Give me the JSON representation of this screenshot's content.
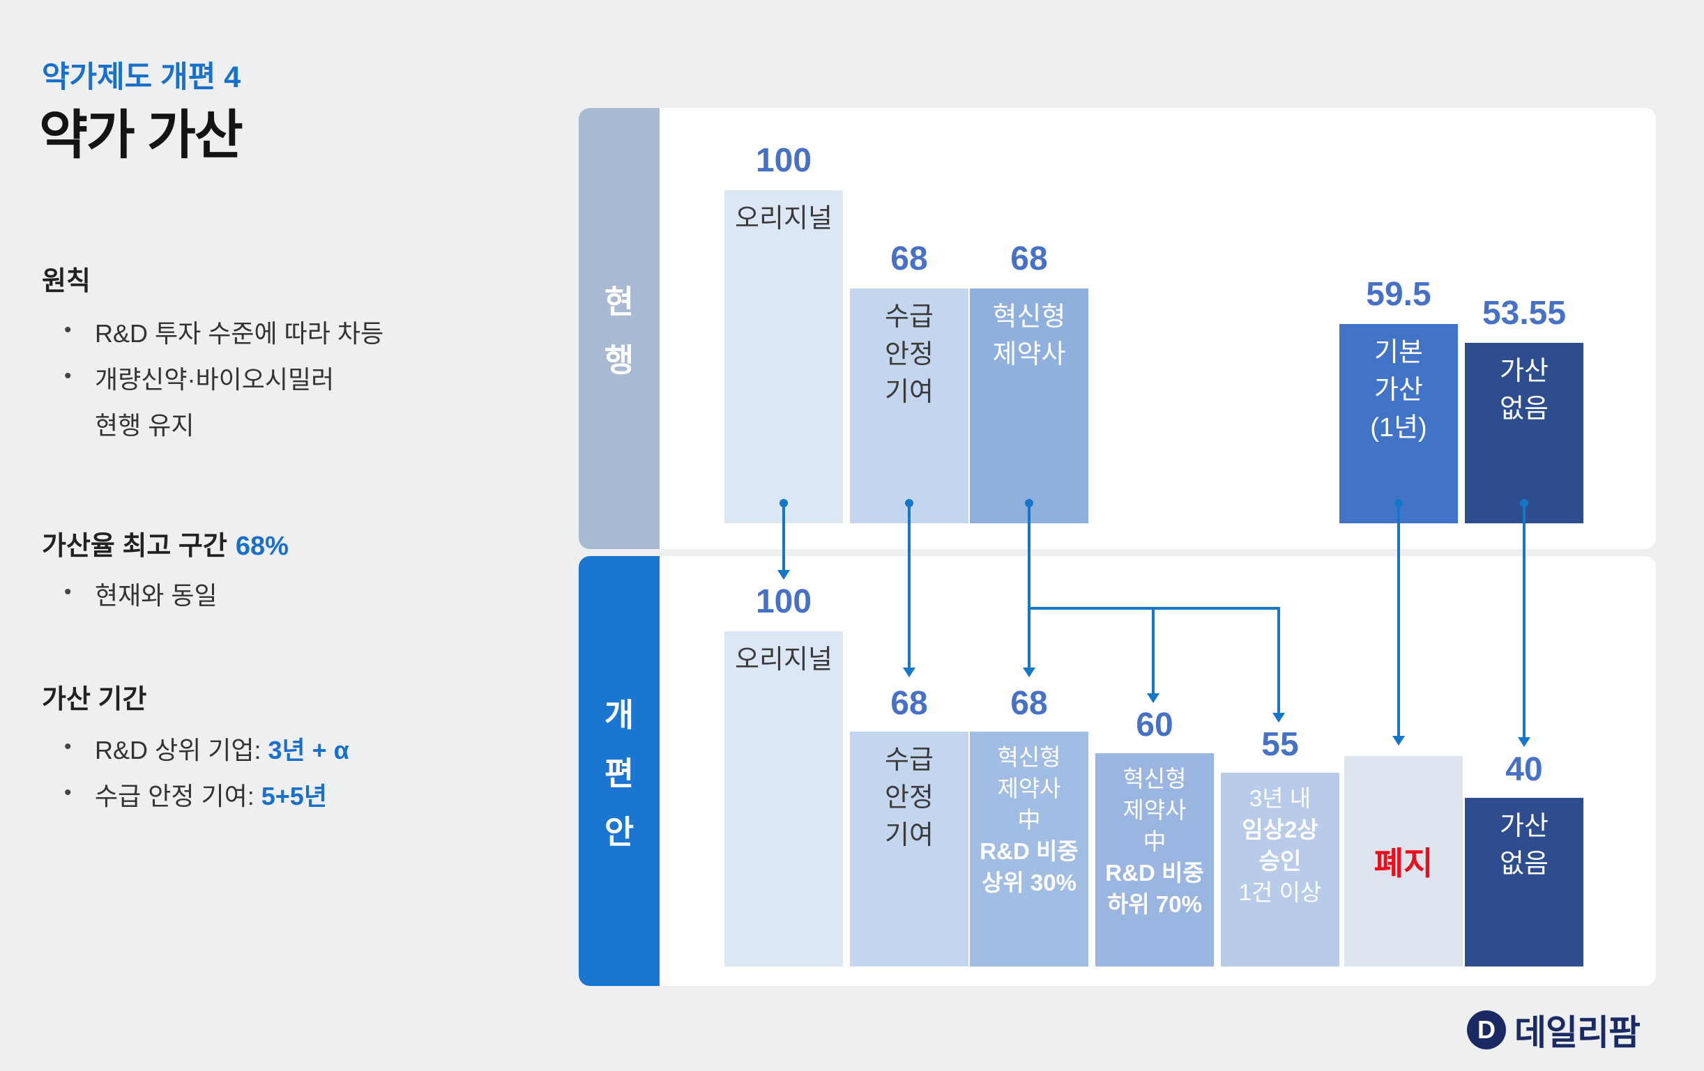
{
  "kicker": "약가제도 개편 4",
  "title": "약가 가산",
  "left": {
    "principle": {
      "heading": "원칙",
      "bullet1": "R&D 투자 수준에 따라 차등",
      "bullet2_line1": "개량신약·바이오시밀러",
      "bullet2_line2": "현행 유지"
    },
    "max_rate": {
      "heading": "가산율 최고 구간",
      "highlight": "68%",
      "bullet1": "현재와 동일"
    },
    "period": {
      "heading": "가산 기간",
      "bullet1_label": "R&D 상위 기업:",
      "bullet1_value": "3년 + α",
      "bullet2_label": "수급 안정 기여:",
      "bullet2_value": "5+5년"
    }
  },
  "chart_data": [
    {
      "type": "bar",
      "title": "현행",
      "categories": [
        "오리지널",
        "수급 안정 기여",
        "혁신형 제약사",
        "기본 가산 (1년)",
        "가산 없음"
      ],
      "values": [
        100,
        68,
        68,
        59.5,
        53.55
      ],
      "ylim": [
        0,
        100
      ],
      "grid": false,
      "legend": false
    },
    {
      "type": "bar",
      "title": "개편안",
      "categories": [
        "오리지널",
        "수급 안정 기여",
        "혁신형 제약사 中 R&D 비중 상위 30%",
        "혁신형 제약사 中 R&D 비중 하위 70%",
        "3년 내 임상2상 승인 1건 이상",
        "폐지",
        "가산 없음"
      ],
      "values": [
        100,
        68,
        68,
        60,
        55,
        null,
        40
      ],
      "ylim": [
        0,
        100
      ],
      "grid": false,
      "legend": false
    }
  ],
  "arrows": [
    {
      "from": "오리지널",
      "to": "오리지널"
    },
    {
      "from": "수급 안정 기여",
      "to": "수급 안정 기여"
    },
    {
      "from": "혁신형 제약사",
      "to": "혁신형 제약사 中 R&D 비중 상위 30%"
    },
    {
      "from": "혁신형 제약사",
      "to": "혁신형 제약사 中 R&D 비중 하위 70%"
    },
    {
      "from": "혁신형 제약사",
      "to": "3년 내 임상2상 승인 1건 이상"
    },
    {
      "from": "기본 가산 (1년)",
      "to": "폐지"
    },
    {
      "from": "가산 없음",
      "to": "가산 없음"
    }
  ],
  "panels": {
    "current": {
      "label": "현행",
      "chars": [
        "현",
        "행"
      ],
      "bars": [
        {
          "lines": [
            "오리지널"
          ]
        },
        {
          "lines": [
            "수급",
            "안정",
            "기여"
          ]
        },
        {
          "lines": [
            "혁신형",
            "제약사"
          ]
        },
        {
          "lines": [
            "기본",
            "가산",
            "(1년)"
          ]
        },
        {
          "lines": [
            "가산",
            "없음"
          ]
        }
      ]
    },
    "reform": {
      "label": "개편안",
      "chars": [
        "개",
        "편",
        "안"
      ],
      "bars": [
        {
          "lines": [
            "오리지널"
          ]
        },
        {
          "lines": [
            "수급",
            "안정",
            "기여"
          ]
        },
        {
          "lines": [
            "혁신형",
            "제약사",
            "中",
            "R&D 비중",
            "상위 30%"
          ]
        },
        {
          "lines": [
            "혁신형",
            "제약사",
            "中",
            "R&D 비중",
            "하위 70%"
          ]
        },
        {
          "lines": [
            "3년 내",
            "임상2상",
            "승인",
            "1건 이상"
          ]
        },
        {
          "lines": [
            "폐지"
          ]
        },
        {
          "lines": [
            "가산",
            "없음"
          ]
        }
      ]
    }
  },
  "logo": {
    "mark": "D",
    "text": "데일리팜"
  },
  "colors": {
    "background": "#edeff1",
    "accent_blue": "#1a6fc8",
    "number_blue": "#4671c5",
    "arrow_blue": "#1477c8",
    "abolish_red": "#e8101c",
    "sidebar_current": "#a8bad2",
    "sidebar_reform": "#1b76d2",
    "bar_lightest": "#dce7f6",
    "bar_light": "#c4d5ee",
    "bar_medium": "#8fb0dd",
    "bar_blue": "#4173c7",
    "bar_navy": "#2d4d8e",
    "bar_abolish": "#dee4ee"
  }
}
